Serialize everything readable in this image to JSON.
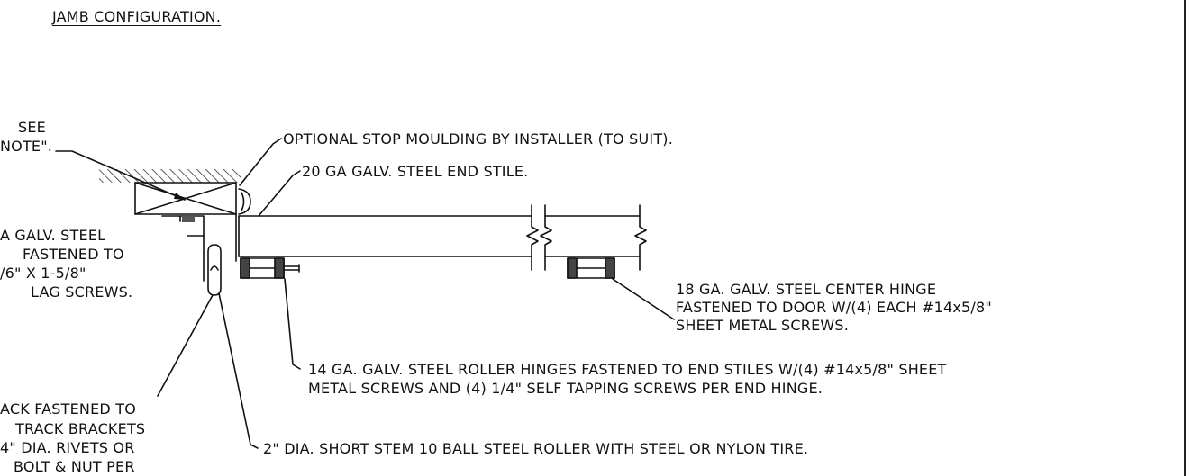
{
  "title": "JAMB CONFIGURATION.",
  "labels": {
    "see_note": [
      "SEE",
      "NOTE\"."
    ],
    "galv_steel_jamb": [
      "A GALV. STEEL",
      "FASTENED TO",
      "/6\" X 1-5/8\"",
      "LAG SCREWS."
    ],
    "track_fastened": [
      "ACK FASTENED TO",
      "TRACK BRACKETS",
      "4\" DIA. RIVETS OR",
      "BOLT & NUT PER"
    ],
    "stop_moulding": "OPTIONAL STOP MOULDING BY INSTALLER (TO SUIT).",
    "end_stile": "20 GA GALV. STEEL END STILE.",
    "center_hinge": [
      "18 GA. GALV. STEEL CENTER HINGE",
      "FASTENED TO DOOR W/(4) EACH #14x5/8\"",
      "SHEET METAL SCREWS."
    ],
    "roller_hinges": [
      "14 GA. GALV. STEEL ROLLER HINGES FASTENED TO END STILES W/(4) #14x5/8\" SHEET",
      "METAL SCREWS AND (4) 1/4\" SELF TAPPING SCREWS PER END HINGE."
    ],
    "roller": "2\" DIA. SHORT STEM 10 BALL STEEL ROLLER WITH STEEL OR NYLON TIRE."
  }
}
